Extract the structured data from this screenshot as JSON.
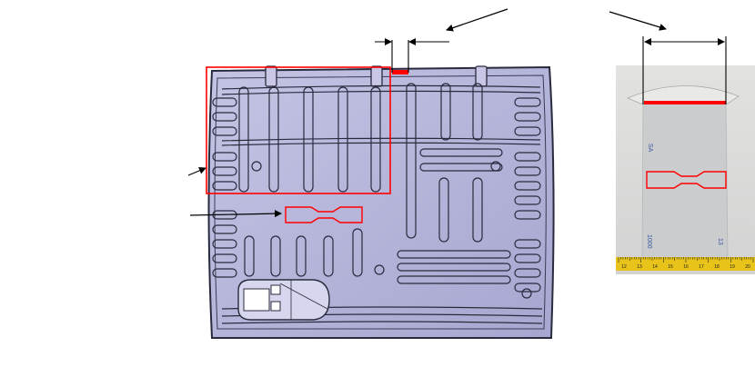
{
  "colors": {
    "part_fill": "#b4b4d8",
    "part_stroke": "#2a2a3e",
    "highlight": "#ff0000",
    "arrow": "#000000",
    "photo_bg": "#dcdcd8",
    "plate": "#cfd0d1",
    "ruler": "#e8c41a"
  },
  "photo": {
    "mark_top_left": "SA",
    "mark_bottom_left": "1000",
    "mark_bottom_right": "13",
    "ruler_numbers": [
      "12",
      "13",
      "14",
      "15",
      "16",
      "17",
      "18",
      "19",
      "20"
    ]
  }
}
